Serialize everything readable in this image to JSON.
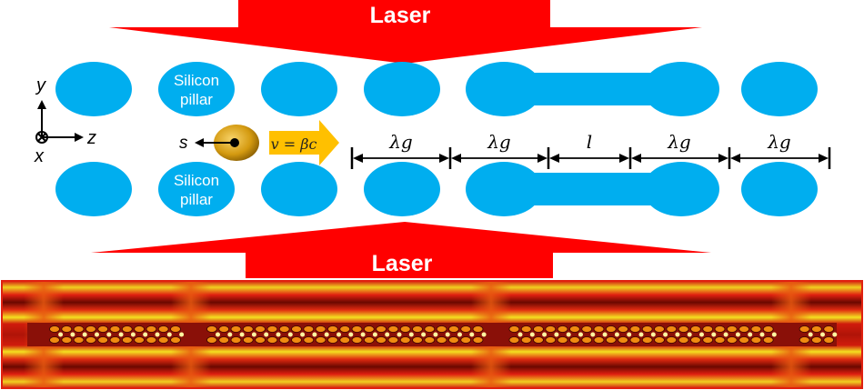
{
  "laser_top": {
    "label": "Laser"
  },
  "laser_bottom": {
    "label": "Laser"
  },
  "axes": {
    "y": "y",
    "z": "z",
    "x": "x"
  },
  "pillars": {
    "label_line1": "Silicon",
    "label_line2": "pillar"
  },
  "bunch": {
    "s_label": "s",
    "velocity_label": "v = βc"
  },
  "dimensions": [
    "λg",
    "λg",
    "l",
    "λg",
    "λg"
  ],
  "colors": {
    "laser": "#ff0000",
    "pillar": "#00aeef",
    "bunch": "#d4a017",
    "velocity_arrow": "#ffc000",
    "field_red": "#e01e10",
    "field_yellow": "#f4e020"
  }
}
